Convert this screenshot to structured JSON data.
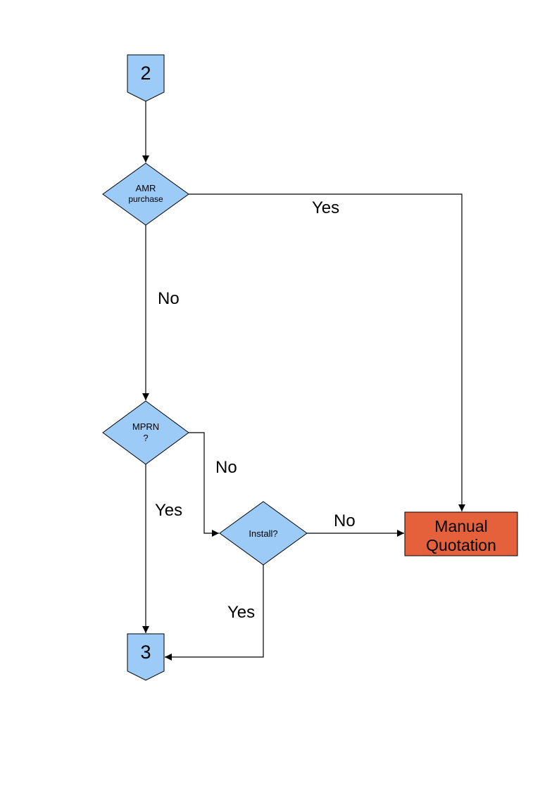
{
  "page": {
    "background": "#FFFFFF"
  },
  "colors": {
    "shape_fill": "#9CCBF7",
    "shape_border": "#000000",
    "manual_quotation_fill": "#E5613B",
    "line": "#000000",
    "text": "#000000"
  },
  "nodes": {
    "connector_2": {
      "label": "2"
    },
    "amr": {
      "line1": "AMR",
      "line2": "purchase"
    },
    "mprn": {
      "line1": "MPRN",
      "line2": "?"
    },
    "install": {
      "label": "Install?"
    },
    "manual_quotation": {
      "line1": "Manual",
      "line2": "Quotation"
    },
    "connector_3": {
      "label": "3"
    }
  },
  "edge_labels": {
    "amr_yes": "Yes",
    "amr_no": "No",
    "mprn_no": "No",
    "mprn_yes": "Yes",
    "install_no": "No",
    "install_yes": "Yes"
  }
}
